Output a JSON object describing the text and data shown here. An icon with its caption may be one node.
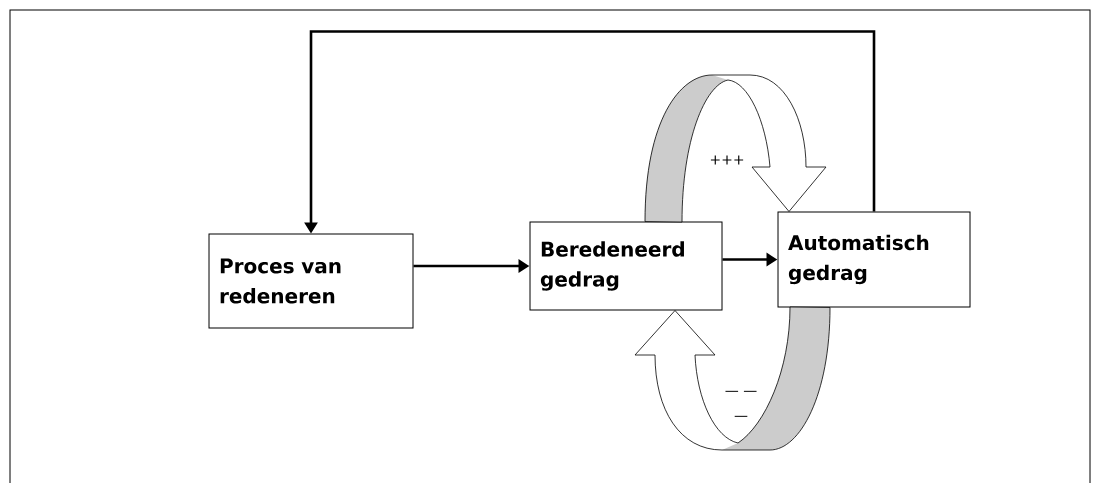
{
  "diagram": {
    "nodes": [
      {
        "text": [
          "Proces van redeneren"
        ]
      },
      {
        "text": [
          "Beredeneerd gedrag"
        ]
      },
      {
        "text": [
          "Automatisch gedrag"
        ]
      }
    ],
    "edges": [
      {
        "from": 0,
        "to": 1,
        "arrow": "to"
      },
      {
        "from": 1,
        "to": 2,
        "arrow": "to"
      },
      {
        "from": 2,
        "to": 0,
        "arrow": "to"
      },
      {
        "from": 1,
        "to": 2,
        "arrow": "to",
        "label": "+++"
      },
      {
        "from": 2,
        "to": 1,
        "arrow": "to",
        "label": "— —"
      }
    ],
    "labels": [
      "—"
    ]
  }
}
